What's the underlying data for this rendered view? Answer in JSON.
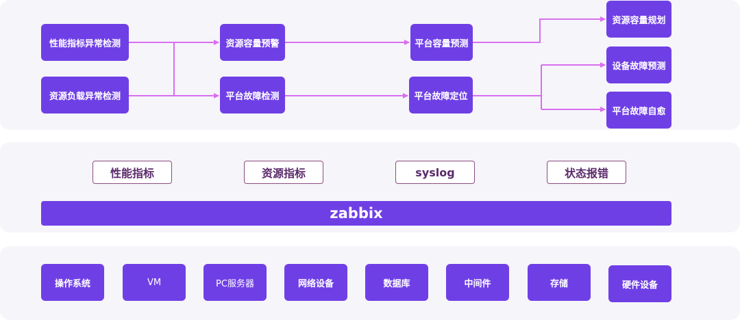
{
  "detection": {
    "perf_anomaly": "性能指标异常检测",
    "resource_anomaly": "资源负载异常检测"
  },
  "analysis": {
    "capacity_warning": "资源容量预警",
    "fault_detection": "平台故障检测"
  },
  "prediction": {
    "capacity_forecast": "平台容量预测",
    "fault_location": "平台故障定位"
  },
  "outcome": {
    "capacity_planning": "资源容量规划",
    "device_fault_prediction": "设备故障预测",
    "self_healing": "平台故障自愈"
  },
  "metrics": {
    "perf_metrics": "性能指标",
    "resource_metrics": "资源指标",
    "syslog": "syslog",
    "status_errors": "状态报错"
  },
  "platform": {
    "name": "zabbix"
  },
  "infrastructure": {
    "os": "操作系统",
    "vm": "VM",
    "pc_server": "PC服务器",
    "network": "网络设备",
    "database": "数据库",
    "middleware": "中间件",
    "storage": "存储",
    "hardware": "硬件设备"
  },
  "colors": {
    "node": "#6f3fe6",
    "arrow": "#d96ef0",
    "panel": "#f6f5fa",
    "tag_border": "#8a4a7e"
  }
}
